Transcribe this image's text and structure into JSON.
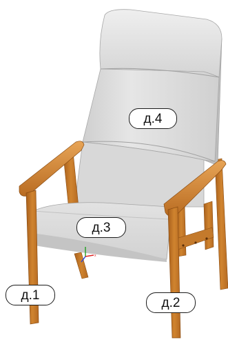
{
  "callouts": {
    "leg_front_left": "д.1",
    "leg_front_right": "д.2",
    "seat": "д.3",
    "back": "д.4"
  },
  "colors": {
    "wood": "#c8782a",
    "wood_dark": "#9a5616",
    "wood_light": "#e09a4c",
    "fabric": "#d9d9d9",
    "fabric_light": "#eeeeee",
    "fabric_dark": "#b8b8b8",
    "axis_x": "#e02020",
    "axis_y": "#20a020",
    "axis_z": "#2040e0"
  }
}
